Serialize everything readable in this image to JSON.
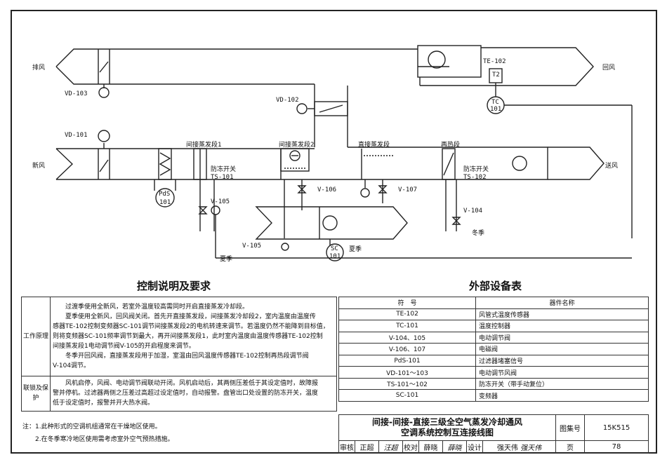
{
  "diagram": {
    "labels": {
      "exhaust": "排风",
      "return_air": "回风",
      "fresh_air": "新风",
      "supply_air": "送风",
      "vd103": "VD-103",
      "vd102": "VD-102",
      "vd101": "VD-101",
      "te102": "TE-102",
      "t2": "T2",
      "tc101_a": "TC",
      "tc101_b": "101",
      "stage1": "间接蒸发段1",
      "stage2": "间接蒸发段2",
      "direct": "直接蒸发段",
      "reheat": "再热段",
      "antifreeze1": "防冻开关",
      "ts101": "TS-101",
      "antifreeze2": "防冻开关",
      "ts102": "TS-102",
      "v106": "V-106",
      "v107": "V-107",
      "v105": "V-105",
      "v105b": "V-105",
      "v104": "V-104",
      "pds_a": "PdS",
      "pds_b": "101",
      "sc_a": "SC",
      "sc_b": "101",
      "summer1": "夏季",
      "summer2": "夏季",
      "winter": "冬季"
    }
  },
  "control": {
    "title": "控制说明及要求",
    "rows": [
      {
        "key": "工作原理",
        "lines": [
          "　　过渡季使用全新风，若室外温度较高需同时开启直接蒸发冷却段。",
          "　　夏季使用全新风，回风阀关闭。首先开直接蒸发段，间接蒸发冷却段2，室内温度由温度传",
          "感器TE-102控制变频器SC-101调节间接蒸发段2的电机转速来调节。若温度仍然不能降到目标值，",
          "则将变频器SC-101频率调节到最大，再开间接蒸发段1，此时室内温度由温度传感器TE-102控制",
          "间接蒸发段1电动调节阀V-105的开启程度来调节。",
          "　　冬季开回风阀，直接蒸发段用于加湿，室温由回风温度传感器TE-102控制再热段调节阀",
          "V-104调节。"
        ]
      },
      {
        "key": "联锁及保护",
        "lines": [
          "　　风机启停，风阀、电动调节阀联动开闭。风机启动后，其两侧压差低于其设定值时，故障报",
          "警并停机。过滤器两侧之压差过高超过设定值时，自动报警。盘管出口处设置的防冻开关，温度",
          "低于设定值时，报警并开大热水阀。"
        ]
      }
    ]
  },
  "external": {
    "title": "外部设备表",
    "headers": [
      "符　号",
      "器件名称"
    ],
    "rows": [
      [
        "TE-102",
        "风管式温度传感器"
      ],
      [
        "TC-101",
        "温度控制器"
      ],
      [
        "V-104、105",
        "电动调节阀"
      ],
      [
        "V-106、107",
        "电磁阀"
      ],
      [
        "PdS-101",
        "过滤器堵塞信号"
      ],
      [
        "VD-101～103",
        "电动调节风阀"
      ],
      [
        "TS-101～102",
        "防冻开关（带手动复位）"
      ],
      [
        "SC-101",
        "变频器"
      ]
    ]
  },
  "notes": [
    "注：1.此种形式的空调机组通常在干燥地区使用。",
    "　　2.在冬季寒冷地区使用需考虑室外空气预热措施。"
  ],
  "title_block": {
    "title_line1": "间接-间接-直接三级全空气蒸发冷却通风",
    "title_line2": "空调系统控制互连接线图",
    "atlas_label": "图集号",
    "atlas_no": "15K515",
    "review": "审核",
    "reviewer": "正超",
    "reviewer_sign": "汪超",
    "check": "校对",
    "checker": "薛晓",
    "checker_sign": "薛晓",
    "design": "设计",
    "designer": "强天伟",
    "designer_sign": "强天伟",
    "page_label": "页",
    "page_no": "78"
  }
}
